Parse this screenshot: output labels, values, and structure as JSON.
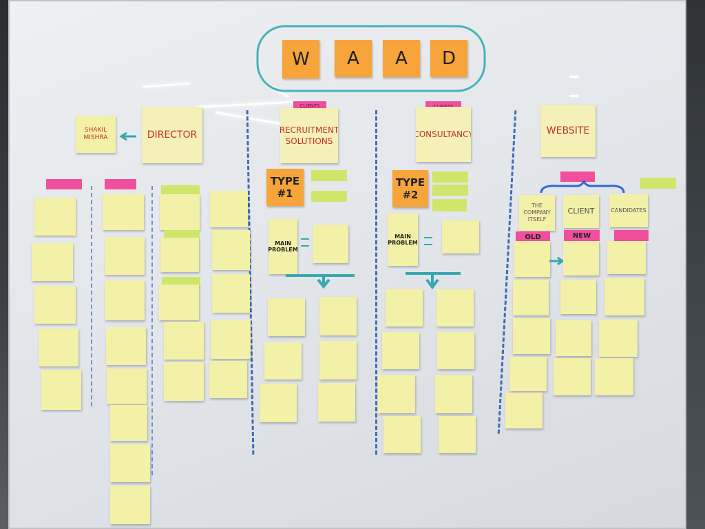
{
  "title_letters": [
    "W",
    "A",
    "A",
    "D"
  ],
  "headers": {
    "director": "Director",
    "recruitment": "Recruitment Solutions",
    "consultancy": "Consultancy",
    "website": "Website",
    "shakil": "Shakil Mishra",
    "clients_tag_1": "Clients",
    "clients_tag_2": "Clients"
  },
  "type_notes": {
    "type1": "TYPE #1",
    "type2": "TYPE #2"
  },
  "main_problem": {
    "left": "Main Problem",
    "right": "Main Problem"
  },
  "website_section": {
    "company": "The Company Itself",
    "client": "Client",
    "candidates": "Candidates",
    "old": "OLD",
    "new": "NEW"
  },
  "column_notes": {
    "col1": [
      "",
      "",
      "",
      "",
      ""
    ],
    "col2": [
      "",
      "",
      "",
      "",
      "",
      "",
      "",
      "",
      ""
    ],
    "col3": [
      "",
      "",
      "",
      "",
      ""
    ],
    "col4": [
      "",
      "",
      "",
      "",
      ""
    ],
    "rec_left": [
      "",
      "",
      ""
    ],
    "rec_right": [
      "",
      "",
      ""
    ],
    "con_left": [
      "",
      "",
      "",
      ""
    ],
    "con_right": [
      "",
      "",
      "",
      ""
    ],
    "web_a": [
      "",
      "",
      "",
      "",
      ""
    ],
    "web_b": [
      "",
      "",
      "",
      ""
    ],
    "web_c": [
      "",
      "",
      "",
      ""
    ]
  },
  "small_notes": {
    "recruitment_right": [
      "",
      ""
    ],
    "consultancy_right": [
      "",
      "",
      ""
    ],
    "management_sticker": "",
    "costing_sticker": "",
    "col3_tag": "",
    "col3_tag2": "",
    "col3_tag3": ""
  },
  "colors": {
    "sticky_yellow": "#f3f0a8",
    "sticky_orange": "#f7a43a",
    "sticky_pink": "#f04f9d",
    "sticky_green": "#cfe66a",
    "title_border": "#45b3b8",
    "divider": "#3f6bb5",
    "arrow": "#36a8b0"
  }
}
